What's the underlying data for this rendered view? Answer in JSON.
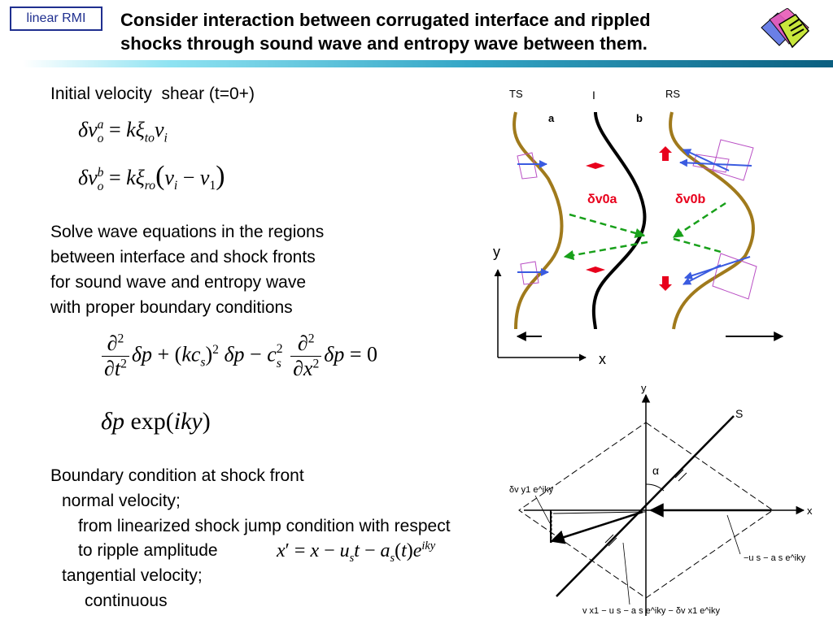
{
  "header": {
    "tag": "linear RMI",
    "title_line1": "Consider interaction between corrugated interface and rippled",
    "title_line2": "shocks through sound wave and entropy wave between them."
  },
  "text": {
    "initial_shear": "Initial velocity  shear (t=0+)",
    "solve_line1": "Solve wave equations in the regions",
    "solve_line2": "between interface and shock fronts",
    "solve_line3": "for sound wave and entropy wave",
    "solve_line4": "with proper boundary conditions",
    "bc_line1": "Boundary condition at shock front",
    "bc_line2": "normal velocity;",
    "bc_line3": "from linearized shock jump condition with respect",
    "bc_line4": "to ripple amplitude",
    "bc_line5": "tangential velocity;",
    "bc_line6": "continuous"
  },
  "equations": {
    "eq1": "δv_o^a = kξ_to v_i",
    "eq2": "δv_o^b = kξ_ro (v_i − v_1)",
    "eq3": "∂²/∂t² δp + (kc_s)² δp − c_s² ∂²/∂x² δp = 0",
    "eq4": "δp exp(iky)",
    "eq5": "x′ = x − u_s t − a_s(t) e^iky"
  },
  "diagram_top": {
    "label_ts": "TS",
    "label_i": "I",
    "label_rs": "RS",
    "label_a": "a",
    "label_b": "b",
    "label_dv0a": "δv0a",
    "label_dv0b": "δv0b",
    "axis_y": "y",
    "axis_x": "x",
    "colors": {
      "shock": "#a07a1c",
      "interface": "#000000",
      "red": "#e8001c",
      "blue": "#3a5be0",
      "green": "#18a01a",
      "box": "#b94fc4"
    }
  },
  "diagram_bottom": {
    "axis_y": "y",
    "axis_x": "x",
    "label_s": "S",
    "label_alpha": "α",
    "label_dvy1": "δv y1 e^iky",
    "label_us": "−u s − a s e^iky",
    "label_vx1": "v x1 − u s − a s e^iky − δv x1 e^iky"
  },
  "logo": {
    "colors": [
      "#c8e63c",
      "#6a7fe6",
      "#e85ab8"
    ]
  }
}
